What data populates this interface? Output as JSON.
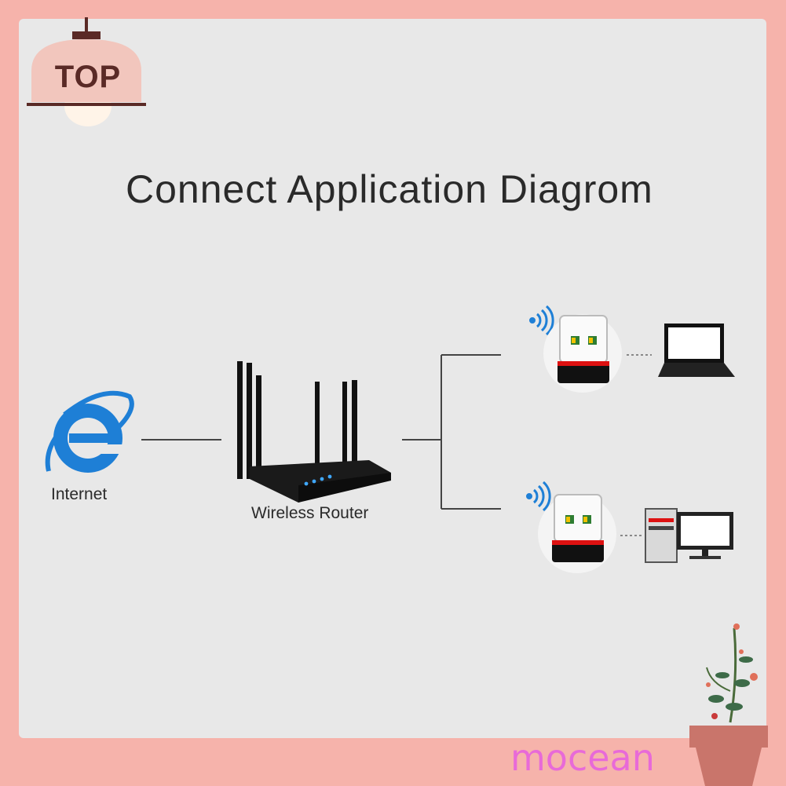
{
  "badge": {
    "text": "TOP"
  },
  "diagram": {
    "title": "Connect Application Diagrom",
    "nodes": {
      "internet": {
        "label": "Internet",
        "icon": "internet-explorer-icon"
      },
      "router": {
        "label": "Wireless Router",
        "icon": "router-icon"
      },
      "adapter_top": {
        "icon": "usb-wifi-adapter-icon"
      },
      "adapter_bottom": {
        "icon": "usb-wifi-adapter-icon"
      },
      "laptop": {
        "icon": "laptop-icon"
      },
      "desktop": {
        "icon": "desktop-computer-icon"
      }
    }
  },
  "brand": {
    "text": "mocean"
  },
  "colors": {
    "frame": "#f6b3ab",
    "panel": "#e8e8e8",
    "accent_blue": "#1e7fd6",
    "brand_pink": "#e86ad8"
  }
}
